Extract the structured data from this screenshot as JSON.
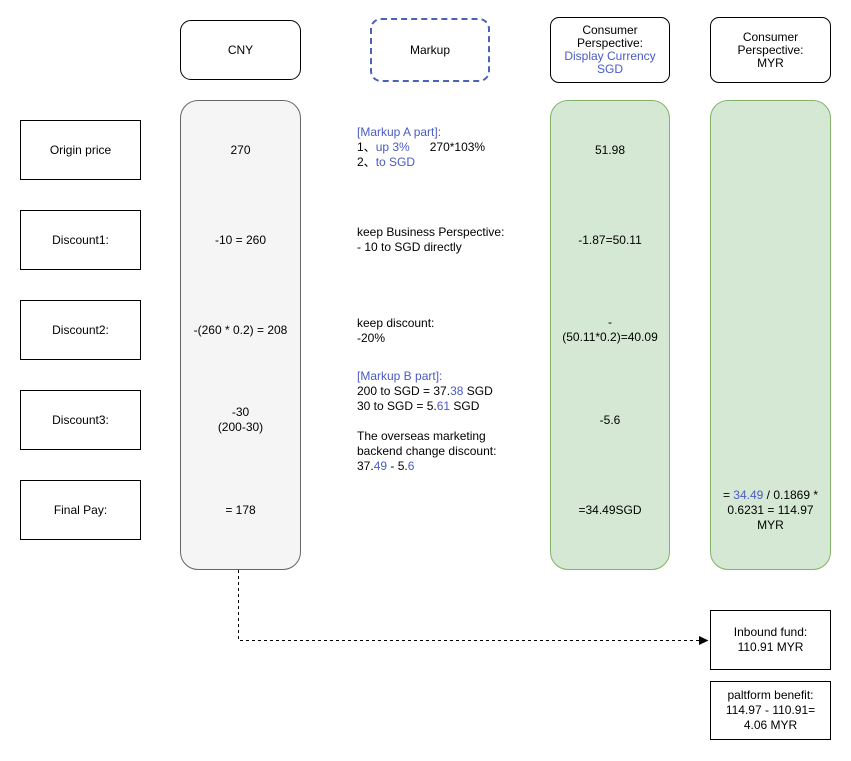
{
  "colors": {
    "blue_text": "#4a5bc4",
    "green_fill": "#d5e8d4",
    "green_border": "#82b366",
    "grey_fill": "#f5f5f5",
    "grey_border": "#666666",
    "dashed_border": "#4a63b8"
  },
  "row_labels": [
    "Origin price",
    "Discount1:",
    "Discount2:",
    "Discount3:",
    "Final Pay:"
  ],
  "columns": {
    "cny": {
      "header": "CNY",
      "values": [
        "270",
        "-10 = 260",
        "-(260 * 0.2) = 208",
        "-30\n(200-30)",
        "= 178"
      ]
    },
    "markup": {
      "header": "Markup"
    },
    "sgd": {
      "header_lines": [
        [
          {
            "t": "Consumer"
          }
        ],
        [
          {
            "t": "Perspective:"
          }
        ],
        [
          {
            "t": "Display Currency",
            "c": "blue"
          }
        ],
        [
          {
            "t": "SGD",
            "c": "blue"
          }
        ]
      ],
      "values": [
        "51.98",
        "-1.87=50.11",
        "-\n(50.11*0.2)=40.09",
        "-5.6",
        "=34.49SGD"
      ]
    },
    "myr": {
      "header_lines": [
        [
          {
            "t": "Consumer"
          }
        ],
        [
          {
            "t": "Perspective:"
          }
        ],
        [
          {
            "t": "MYR"
          }
        ]
      ],
      "final_lines": [
        [
          {
            "t": "= "
          },
          {
            "t": "34.49",
            "c": "blue"
          },
          {
            "t": " / 0.1869 *"
          }
        ],
        [
          {
            "t": "0.6231 = 114.97"
          }
        ],
        [
          {
            "t": "MYR"
          }
        ]
      ]
    }
  },
  "markup_notes": {
    "part_a": [
      [
        {
          "t": "[Markup A part]:",
          "c": "blue"
        }
      ],
      [
        {
          "t": "1、"
        },
        {
          "t": "up 3%",
          "c": "blue"
        },
        {
          "t": "      270*103%"
        }
      ],
      [
        {
          "t": "2、"
        },
        {
          "t": "to SGD",
          "c": "blue"
        }
      ]
    ],
    "discount1": [
      [
        {
          "t": "keep Business Perspective:"
        }
      ],
      [
        {
          "t": "- 10 to SGD directly"
        }
      ]
    ],
    "discount2": [
      [
        {
          "t": "keep discount:"
        }
      ],
      [
        {
          "t": "-20%"
        }
      ]
    ],
    "part_b": [
      [
        {
          "t": "[Markup B part]:",
          "c": "blue"
        }
      ],
      [
        {
          "t": "200 to SGD = 37."
        },
        {
          "t": "38",
          "c": "blue"
        },
        {
          "t": " SGD"
        }
      ],
      [
        {
          "t": "30 to SGD = 5."
        },
        {
          "t": "61",
          "c": "blue"
        },
        {
          "t": " SGD"
        }
      ],
      [],
      [
        {
          "t": "The overseas marketing"
        }
      ],
      [
        {
          "t": "backend change discount:"
        }
      ],
      [
        {
          "t": "37."
        },
        {
          "t": "49",
          "c": "blue"
        },
        {
          "t": " - 5."
        },
        {
          "t": "6",
          "c": "blue"
        }
      ]
    ]
  },
  "bottom_boxes": {
    "inbound": "Inbound fund:\n110.91 MYR",
    "platform": "paltform benefit:\n114.97 - 110.91=\n4.06 MYR"
  }
}
